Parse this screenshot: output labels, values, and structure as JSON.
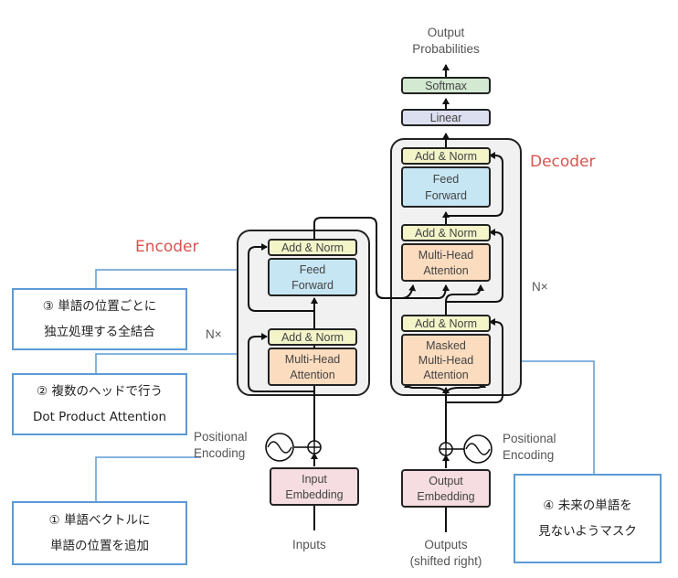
{
  "output_label": [
    "Output",
    "Probabilities"
  ],
  "softmax": "Softmax",
  "linear": "Linear",
  "decoder": {
    "title": "Decoder",
    "nx": "N×",
    "add_norm": "Add & Norm",
    "feed_forward": [
      "Feed",
      "Forward"
    ],
    "multi_head": [
      "Multi-Head",
      "Attention"
    ],
    "masked": [
      "Masked",
      "Multi-Head",
      "Attention"
    ],
    "positional": [
      "Positional",
      "Encoding"
    ],
    "embedding": [
      "Output",
      "Embedding"
    ],
    "input_label": [
      "Outputs",
      "(shifted right)"
    ]
  },
  "encoder": {
    "title": "Encoder",
    "nx": "N×",
    "add_norm": "Add & Norm",
    "feed_forward": [
      "Feed",
      "Forward"
    ],
    "multi_head": [
      "Multi-Head",
      "Attention"
    ],
    "positional": [
      "Positional",
      "Encoding"
    ],
    "embedding": [
      "Input",
      "Embedding"
    ],
    "input_label": "Inputs"
  },
  "notes": {
    "n3": [
      "③ 単語の位置ごとに",
      "独立処理する全結合"
    ],
    "n2": [
      "② 複数のヘッドで行う",
      "Dot Product Attention"
    ],
    "n1": [
      "① 単語ベクトルに",
      "単語の位置を追加"
    ],
    "n4": [
      "④ 未来の単語を",
      "見ないようマスク"
    ]
  },
  "colors": {
    "add_norm": "#f3f4c8",
    "feed_forward": "#c6e6f4",
    "attention": "#fbdcbf",
    "embedding": "#f5dde1",
    "softmax": "#d3e9d2",
    "linear": "#dcdff0",
    "stack_bg": "#f1f1f1",
    "title": "#d9534f",
    "callout": "#5b9bd5"
  }
}
